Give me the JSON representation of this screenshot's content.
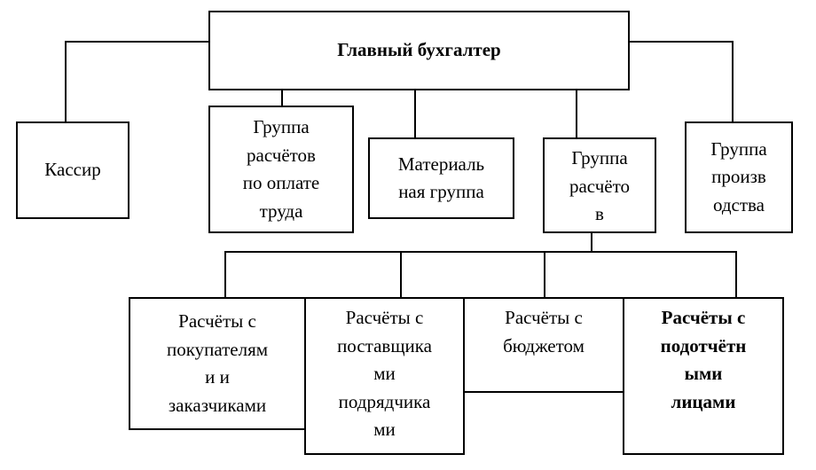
{
  "diagram": {
    "chief": "Главный бухгалтер",
    "cashier": "Кассир",
    "payroll_group": "Группа\nрасчётов\nпо оплате\nтруда",
    "material_group": "Материаль\nная группа",
    "settlements_group": "Группа\nрасчёто\nв",
    "production_group": "Группа\nпроизв\nодства",
    "buyers": "Расчёты с\nпокупателям\nи и\nзаказчиками",
    "suppliers": "Расчёты с\nпоставщика\nми\nподрядчика\nми",
    "budget": "Расчёты с\nбюджетом",
    "accountable": "Расчёты с\nподотчётн\nыми\nлицами"
  }
}
